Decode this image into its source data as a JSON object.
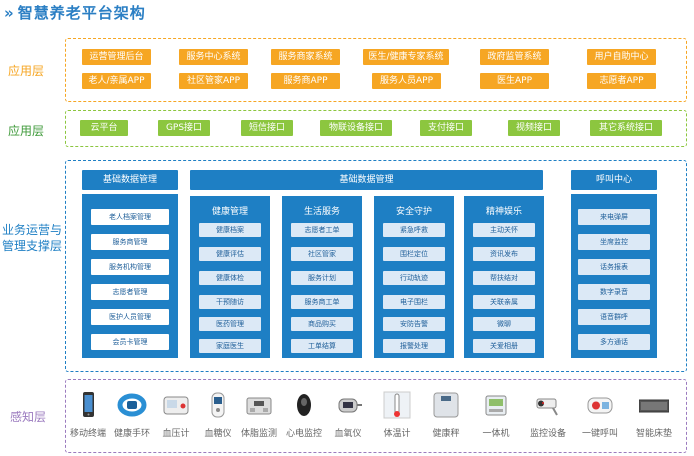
{
  "title": "智慧养老平台架构",
  "colors": {
    "orange": "#f6a623",
    "green": "#8cc63f",
    "blue": "#1e7fc4",
    "purple": "#9b7bbf"
  },
  "layers": {
    "app": {
      "label": "应用层",
      "row1": [
        "运营管理后台",
        "服务中心系统",
        "服务商家系统",
        "医生/健康专家系统",
        "政府监管系统",
        "用户自助中心"
      ],
      "row2": [
        "老人/亲属APP",
        "社区管家APP",
        "服务商APP",
        "服务人员APP",
        "医生APP",
        "志愿者APP"
      ]
    },
    "interface": {
      "label": "应用层",
      "items": [
        "云平台",
        "GPS接口",
        "短信接口",
        "物联设备接口",
        "支付接口",
        "视频接口",
        "其它系统接口"
      ]
    },
    "business": {
      "label": "业务运营与管理支撑层",
      "left": {
        "head": "基础数据管理",
        "items": [
          "老人档案管理",
          "服务商管理",
          "服务机构管理",
          "志愿者管理",
          "医护人员管理",
          "会员卡管理"
        ]
      },
      "center_head": "基础数据管理",
      "groups": [
        {
          "title": "健康管理",
          "items": [
            "健康档案",
            "健康评估",
            "健康体检",
            "干预随访",
            "医药管理",
            "家庭医生"
          ]
        },
        {
          "title": "生活服务",
          "items": [
            "志愿者工单",
            "社区管家",
            "服务计划",
            "服务商工单",
            "商品购买",
            "工单结算"
          ]
        },
        {
          "title": "安全守护",
          "items": [
            "紧急呼救",
            "围栏定位",
            "行动轨迹",
            "电子围栏",
            "安防告警",
            "报警处理"
          ]
        },
        {
          "title": "精神娱乐",
          "items": [
            "主动关怀",
            "资讯发布",
            "帮扶结对",
            "关联亲属",
            "微聊",
            "关爱相册"
          ]
        }
      ],
      "right": {
        "head": "呼叫中心",
        "items": [
          "来电弹屏",
          "坐席监控",
          "话务报表",
          "数字录音",
          "语音群呼",
          "多方通话"
        ]
      }
    },
    "sensing": {
      "label": "感知层",
      "devices": [
        {
          "name": "移动终端",
          "icon": "phone-icon"
        },
        {
          "name": "健康手环",
          "icon": "wristband-icon"
        },
        {
          "name": "血压计",
          "icon": "blood-pressure-icon"
        },
        {
          "name": "血糖仪",
          "icon": "glucose-meter-icon"
        },
        {
          "name": "体脂监测",
          "icon": "body-fat-scale-icon"
        },
        {
          "name": "心电监控",
          "icon": "ecg-monitor-icon"
        },
        {
          "name": "血氧仪",
          "icon": "oximeter-icon"
        },
        {
          "name": "体温计",
          "icon": "thermometer-icon"
        },
        {
          "name": "健康秤",
          "icon": "health-scale-icon"
        },
        {
          "name": "一体机",
          "icon": "all-in-one-icon"
        },
        {
          "name": "监控设备",
          "icon": "camera-icon"
        },
        {
          "name": "一键呼叫",
          "icon": "sos-button-icon"
        },
        {
          "name": "智能床垫",
          "icon": "mattress-icon"
        }
      ]
    }
  }
}
